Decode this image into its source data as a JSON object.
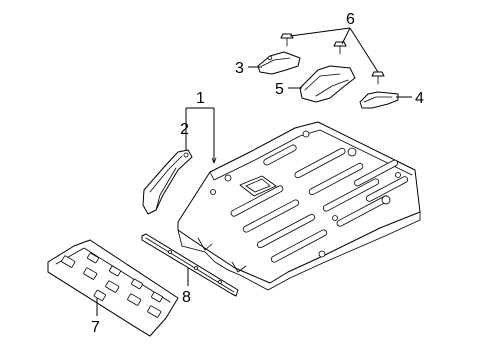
{
  "callouts": [
    {
      "id": "1",
      "text": "1",
      "part": "rear-floor-pan"
    },
    {
      "id": "2",
      "text": "2",
      "part": "left-side-bracket"
    },
    {
      "id": "3",
      "text": "3",
      "part": "left-upper-bracket"
    },
    {
      "id": "4",
      "text": "4",
      "part": "right-upper-bracket"
    },
    {
      "id": "5",
      "text": "5",
      "part": "center-bracket"
    },
    {
      "id": "6",
      "text": "6",
      "part": "bolts"
    },
    {
      "id": "7",
      "text": "7",
      "part": "rear-crossmember"
    },
    {
      "id": "8",
      "text": "8",
      "part": "reinforcement-strip"
    }
  ],
  "colors": {
    "line": "#000000",
    "background": "#ffffff"
  }
}
